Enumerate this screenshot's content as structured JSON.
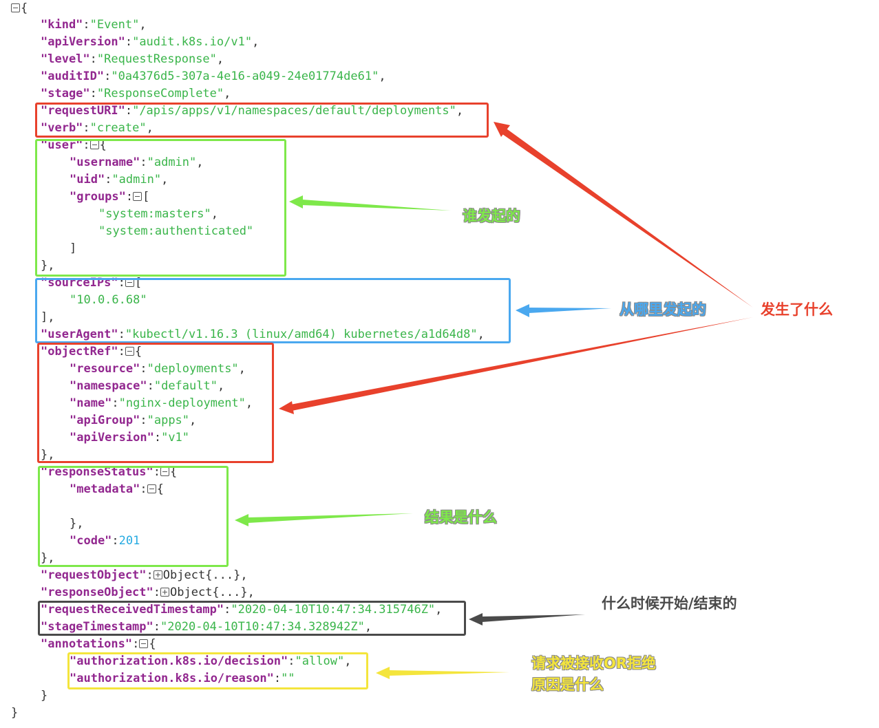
{
  "json_view": {
    "kind": {
      "key": "\"kind\"",
      "value": "\"Event\""
    },
    "apiVersion": {
      "key": "\"apiVersion\"",
      "value": "\"audit.k8s.io/v1\""
    },
    "level": {
      "key": "\"level\"",
      "value": "\"RequestResponse\""
    },
    "auditID": {
      "key": "\"auditID\"",
      "value": "\"0a4376d5-307a-4e16-a049-24e01774de61\""
    },
    "stage": {
      "key": "\"stage\"",
      "value": "\"ResponseComplete\""
    },
    "requestURI": {
      "key": "\"requestURI\"",
      "value": "\"/apis/apps/v1/namespaces/default/deployments\""
    },
    "verb": {
      "key": "\"verb\"",
      "value": "\"create\""
    },
    "user": {
      "key": "\"user\"",
      "username": {
        "key": "\"username\"",
        "value": "\"admin\""
      },
      "uid": {
        "key": "\"uid\"",
        "value": "\"admin\""
      },
      "groups": {
        "key": "\"groups\"",
        "items": [
          "\"system:masters\"",
          "\"system:authenticated\""
        ]
      }
    },
    "sourceIPs": {
      "key": "\"sourceIPs\"",
      "items": [
        "\"10.0.6.68\""
      ]
    },
    "userAgent": {
      "key": "\"userAgent\"",
      "value": "\"kubectl/v1.16.3 (linux/amd64) kubernetes/a1d64d8\""
    },
    "objectRef": {
      "key": "\"objectRef\"",
      "resource": {
        "key": "\"resource\"",
        "value": "\"deployments\""
      },
      "namespace": {
        "key": "\"namespace\"",
        "value": "\"default\""
      },
      "name": {
        "key": "\"name\"",
        "value": "\"nginx-deployment\""
      },
      "apiGroup": {
        "key": "\"apiGroup\"",
        "value": "\"apps\""
      },
      "apiVersion": {
        "key": "\"apiVersion\"",
        "value": "\"v1\""
      }
    },
    "responseStatus": {
      "key": "\"responseStatus\"",
      "metadata": {
        "key": "\"metadata\""
      },
      "code": {
        "key": "\"code\"",
        "value": "201"
      }
    },
    "requestObject": {
      "key": "\"requestObject\"",
      "collapsed": "Object{...}"
    },
    "responseObject": {
      "key": "\"responseObject\"",
      "collapsed": "Object{...}"
    },
    "requestReceivedTimestamp": {
      "key": "\"requestReceivedTimestamp\"",
      "value": "\"2020-04-10T10:47:34.315746Z\""
    },
    "stageTimestamp": {
      "key": "\"stageTimestamp\"",
      "value": "\"2020-04-10T10:47:34.328942Z\""
    },
    "annotations": {
      "key": "\"annotations\"",
      "decision": {
        "key": "\"authorization.k8s.io/decision\"",
        "value": "\"allow\""
      },
      "reason": {
        "key": "\"authorization.k8s.io/reason\"",
        "value": "\"\""
      }
    }
  },
  "annotations_overlay": {
    "who": "谁发起的",
    "from_where": "从哪里发起的",
    "what_happened": "发生了什么",
    "result": "结果是什么",
    "when": "什么时候开始/结束的",
    "accept_reject_line1": "请求被接收OR拒绝",
    "accept_reject_line2": "原因是什么"
  },
  "colors": {
    "key": "#92278f",
    "string": "#3ab54a",
    "number": "#25aae1",
    "red": "#e8412c",
    "green": "#7ee84a",
    "blue": "#4aa8ef",
    "dark": "#4a4a4a",
    "yellow": "#f4e53c"
  },
  "icons": {
    "collapse": "minus-square-icon",
    "expand": "plus-square-icon"
  }
}
